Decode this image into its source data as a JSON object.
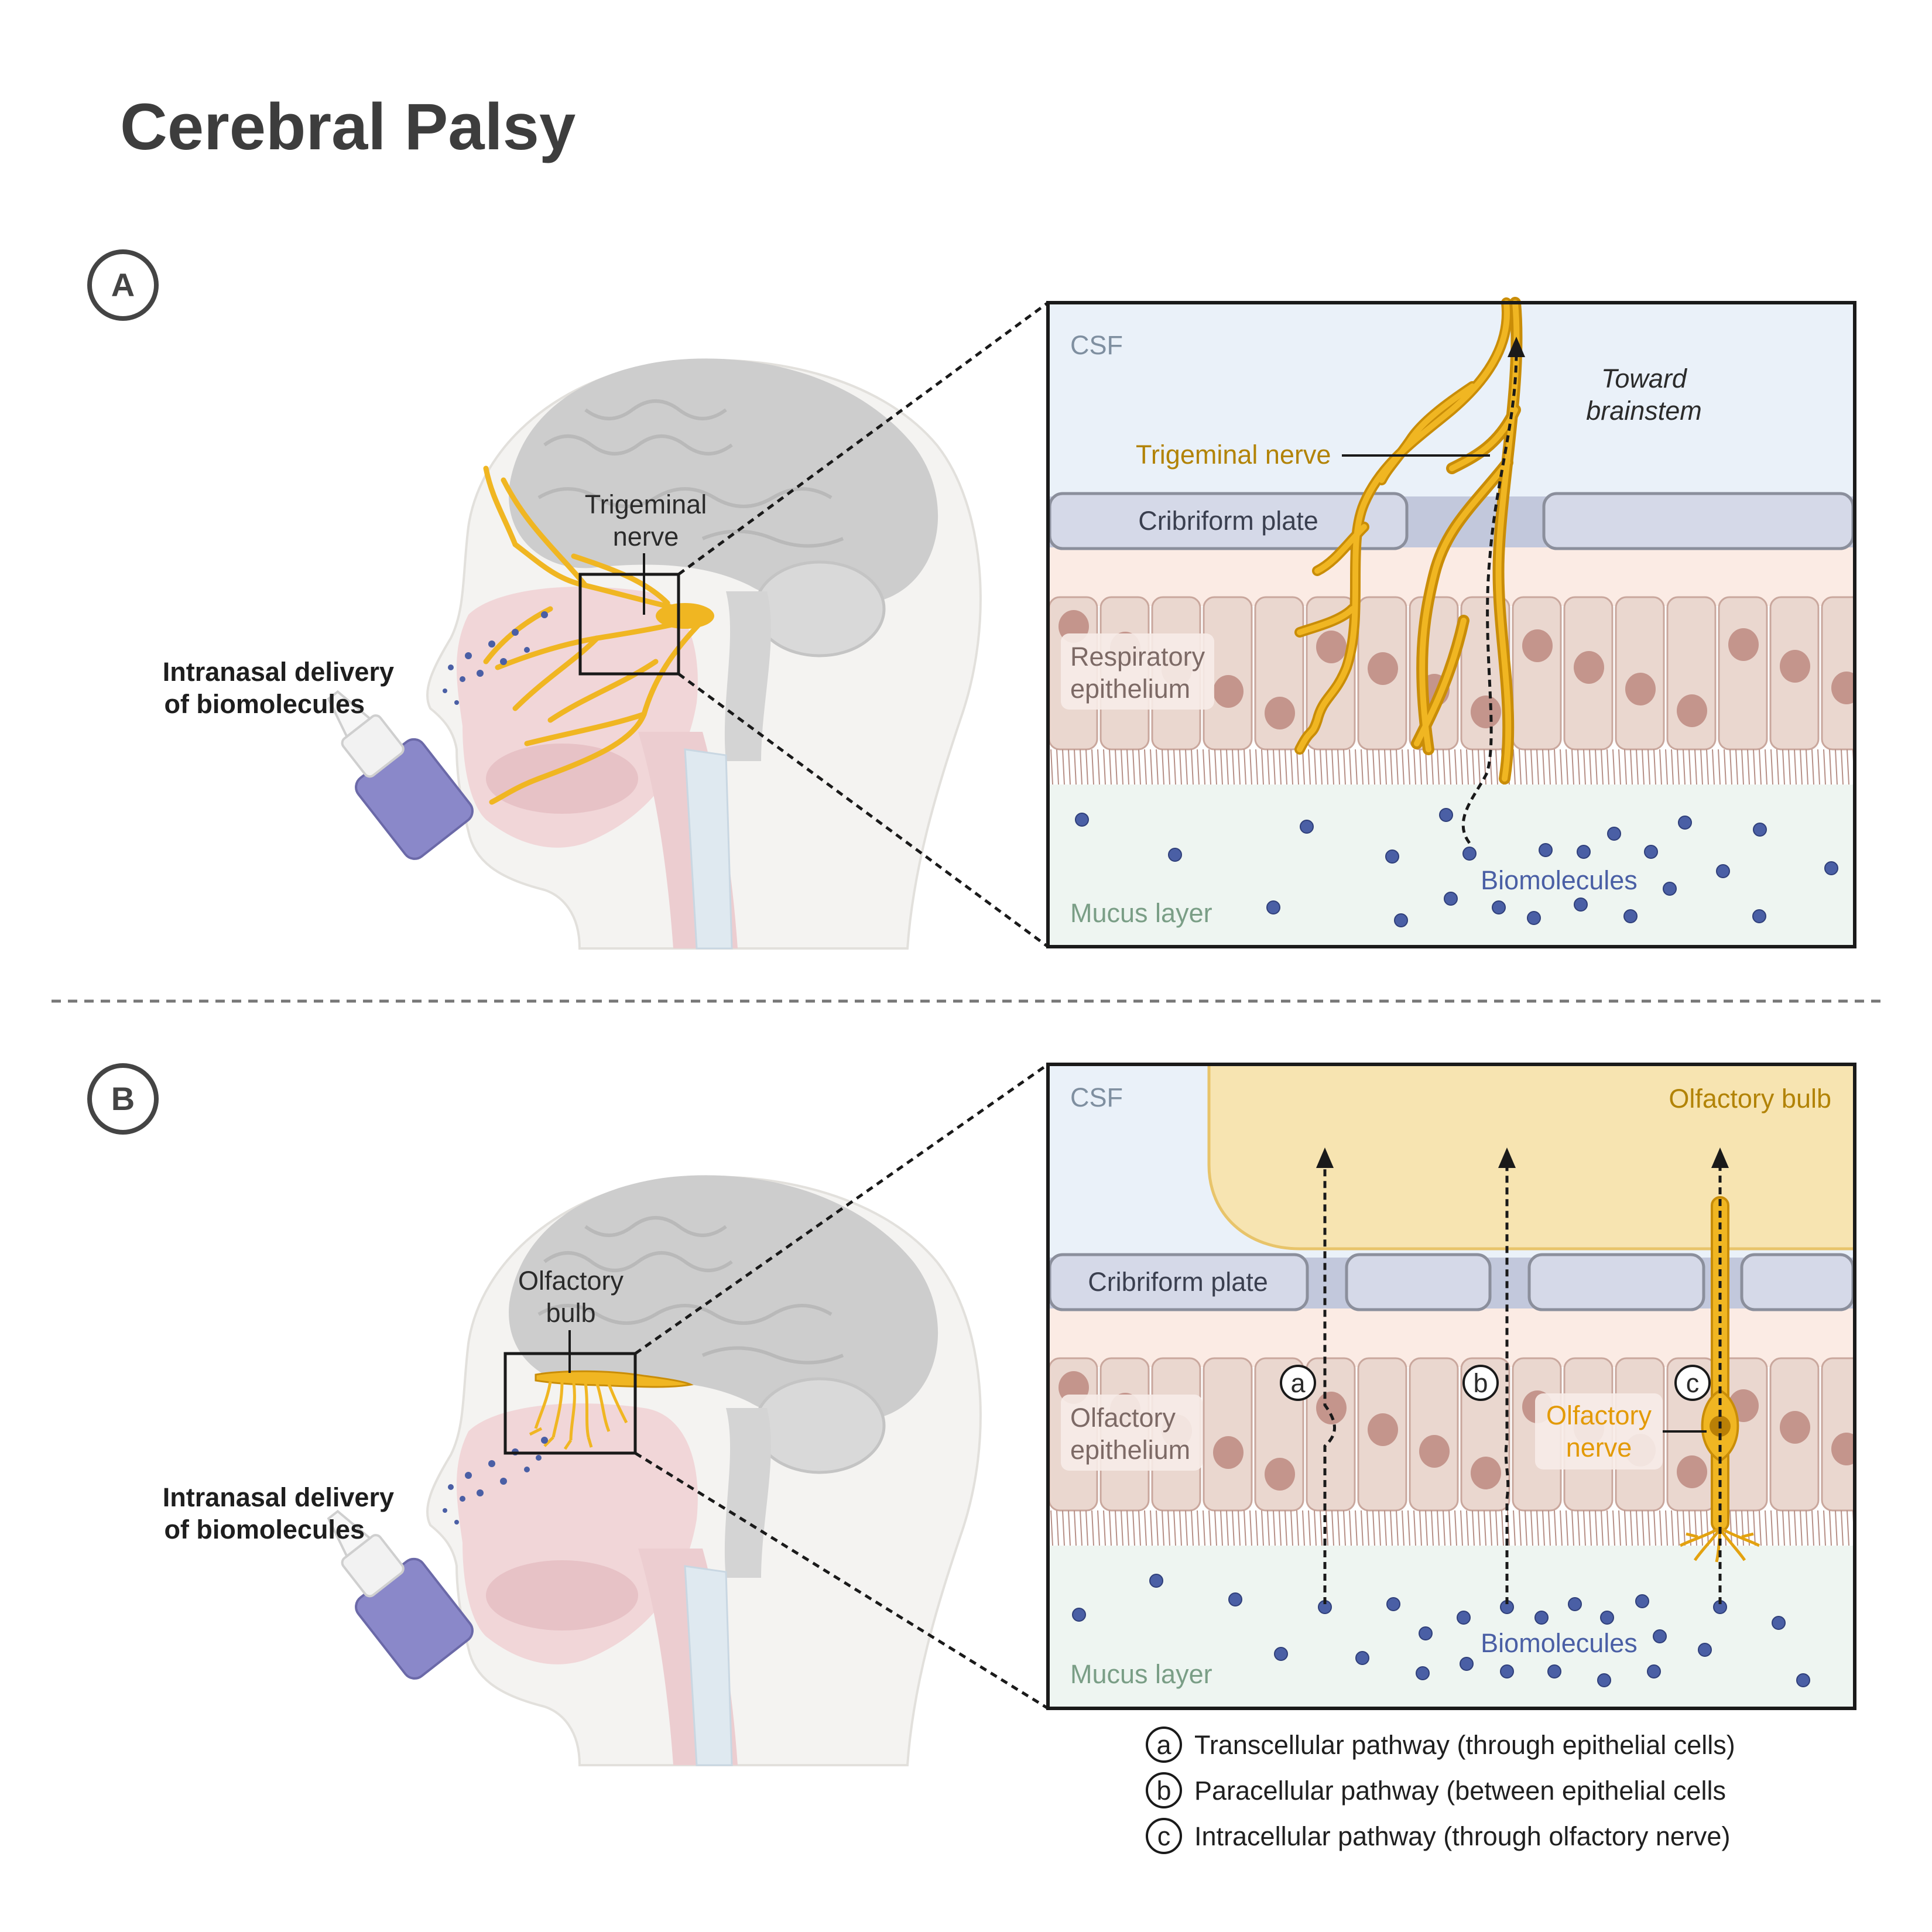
{
  "title": "Cerebral Palsy",
  "panel_a": {
    "letter": "A",
    "delivery_line1": "Intranasal delivery",
    "delivery_line2": "of biomolecules",
    "head_label_line1": "Trigeminal",
    "head_label_line2": "nerve",
    "inset": {
      "csf": "CSF",
      "trigeminal_nerve": "Trigeminal nerve",
      "toward_line1": "Toward",
      "toward_line2": "brainstem",
      "cribriform": "Cribriform plate",
      "epi_line1": "Respiratory",
      "epi_line2": "epithelium",
      "mucus": "Mucus layer",
      "biomolecules": "Biomolecules"
    }
  },
  "panel_b": {
    "letter": "B",
    "delivery_line1": "Intranasal delivery",
    "delivery_line2": "of biomolecules",
    "head_label_line1": "Olfactory",
    "head_label_line2": "bulb",
    "inset": {
      "csf": "CSF",
      "olfactory_bulb": "Olfactory bulb",
      "cribriform": "Cribriform plate",
      "epi_line1": "Olfactory",
      "epi_line2": "epithelium",
      "nerve_line1": "Olfactory",
      "nerve_line2": "nerve",
      "mucus": "Mucus layer",
      "biomolecules": "Biomolecules",
      "markers": [
        "a",
        "b",
        "c"
      ]
    }
  },
  "legend": [
    {
      "key": "a",
      "text": "Transcellular pathway (through epithelial cells)"
    },
    {
      "key": "b",
      "text": "Paracellular pathway (between epithelial cells"
    },
    {
      "key": "c",
      "text": "Intracellular pathway (through olfactory nerve)"
    }
  ],
  "colors": {
    "nerve": "#f0b622",
    "nerve_outline": "#c98d08",
    "biomolecule": "#4a5fa5",
    "csf_bg": "#eaf1f9",
    "mucus_bg": "#eef5f1",
    "epithelium": "#ead7cf",
    "cribriform": "#d5d9e8",
    "olfactory_bulb": "#f7e4b1",
    "spray_bottle": "#8a88c9"
  }
}
